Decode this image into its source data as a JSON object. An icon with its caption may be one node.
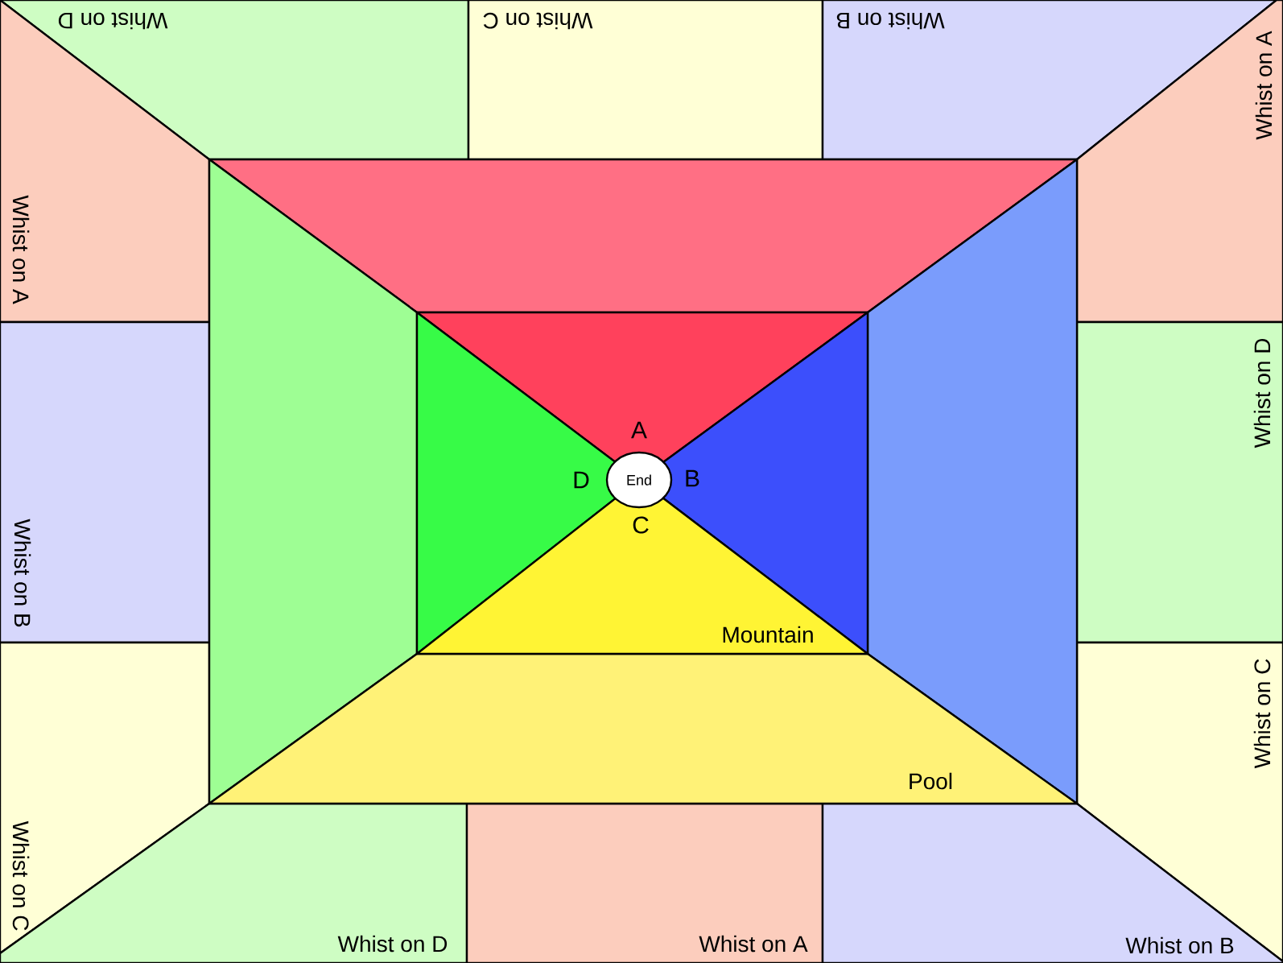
{
  "diagram": {
    "nodes": [
      {
        "text": [
          "Whist on D"
        ]
      },
      {
        "text": [
          "Whist on C"
        ]
      },
      {
        "text": [
          "Whist on B"
        ]
      },
      {
        "text": [
          "Whist on A"
        ]
      },
      {
        "text": [
          "Whist on B"
        ]
      },
      {
        "text": [
          "Whist on C"
        ]
      },
      {
        "text": [
          "Whist on A"
        ]
      },
      {
        "text": [
          "Whist on D"
        ]
      },
      {
        "text": [
          "Whist on C"
        ]
      },
      {
        "text": [
          "Whist on D"
        ]
      },
      {
        "text": [
          "Whist on A"
        ]
      },
      {
        "text": [
          "Whist on B"
        ]
      },
      {
        "text": [],
        "shape": "trapezoid"
      },
      {
        "text": [],
        "shape": "trapezoid"
      },
      {
        "text": [],
        "shape": "trapezoid"
      },
      {
        "text": [
          "Pool"
        ]
      },
      {
        "text": [
          "A"
        ]
      },
      {
        "text": [
          "D"
        ]
      },
      {
        "text": [
          "B"
        ]
      },
      {
        "text": [
          "C",
          "Mountain"
        ]
      },
      {
        "text": [
          "End"
        ]
      }
    ]
  }
}
